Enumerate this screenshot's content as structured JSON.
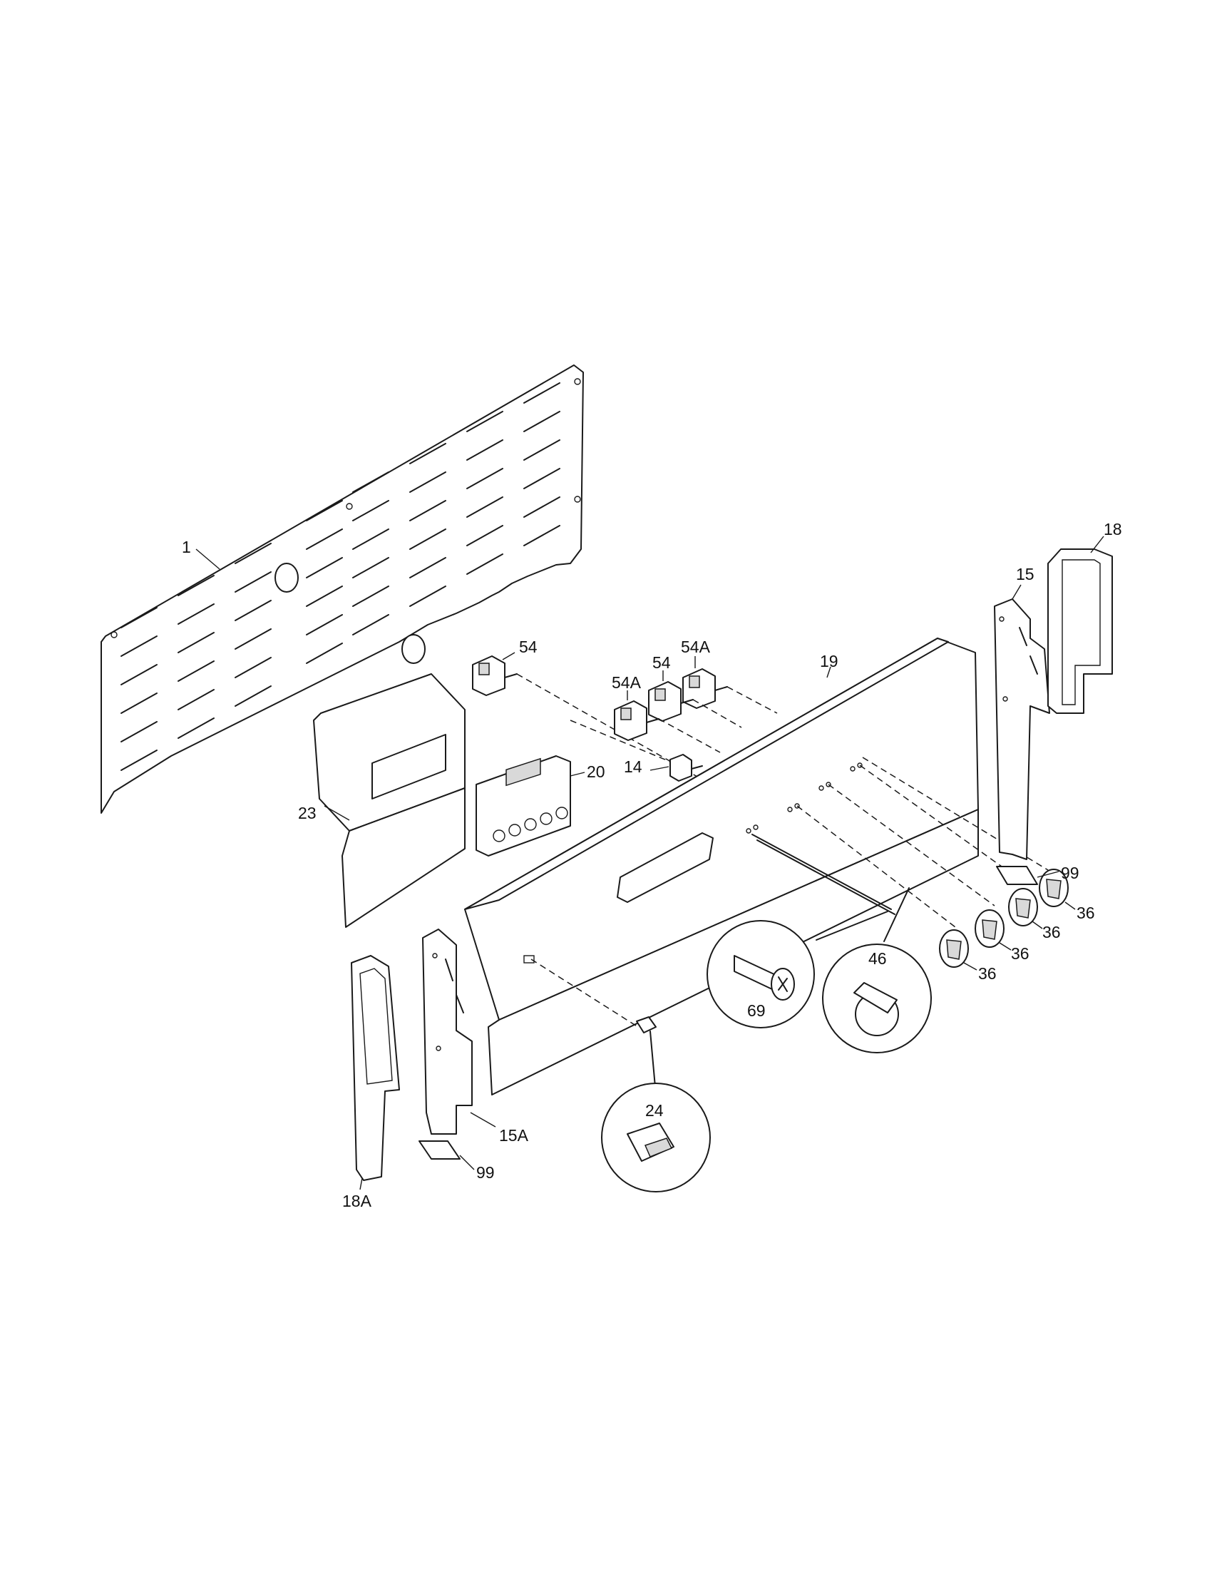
{
  "callouts": {
    "c1": "1",
    "c18": "18",
    "c15": "15",
    "c54a_top": "54",
    "c54a_right": "54A",
    "c54_mid": "54",
    "c54a_left": "54A",
    "c19": "19",
    "c20": "20",
    "c14": "14",
    "c23": "23",
    "c99_right": "99",
    "c36_a": "36",
    "c36_b": "36",
    "c36_c": "36",
    "c36_d": "36",
    "c46": "46",
    "c69": "69",
    "c24": "24",
    "c15a": "15A",
    "c18a": "18A",
    "c99_left": "99"
  }
}
